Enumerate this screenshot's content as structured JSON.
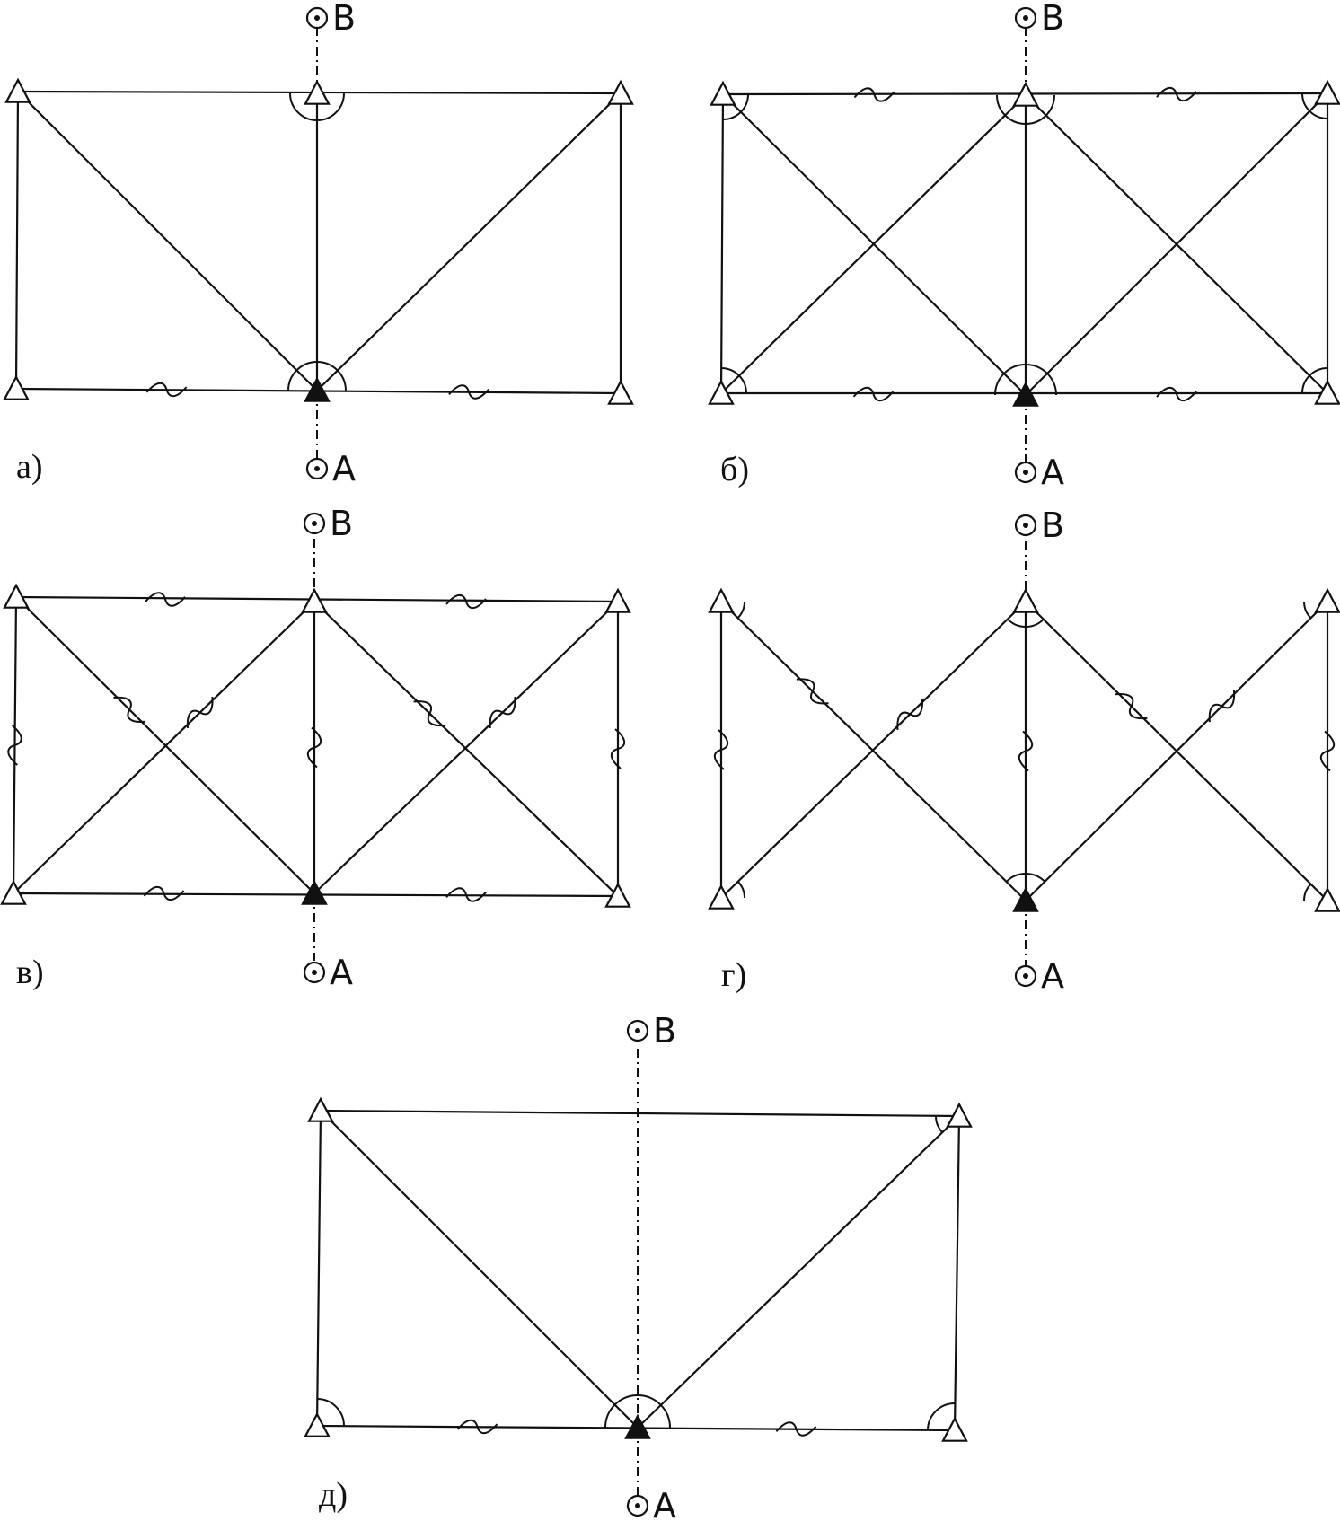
{
  "colors": {
    "ink": "#111111",
    "background": "#ffffff"
  },
  "legend_symbols": {
    "station": "open-triangle",
    "base_station": "filled-triangle",
    "target": "circled-dot",
    "measured_angle": "arc",
    "measured_side": "wave-mark"
  },
  "panels": [
    {
      "label": "а)",
      "point_a": "A",
      "point_b": "B"
    },
    {
      "label": "б)",
      "point_a": "A",
      "point_b": "B"
    },
    {
      "label": "в)",
      "point_a": "A",
      "point_b": "B"
    },
    {
      "label": "г)",
      "point_a": "A",
      "point_b": "B"
    },
    {
      "label": "д)",
      "point_a": "A",
      "point_b": "B"
    }
  ]
}
